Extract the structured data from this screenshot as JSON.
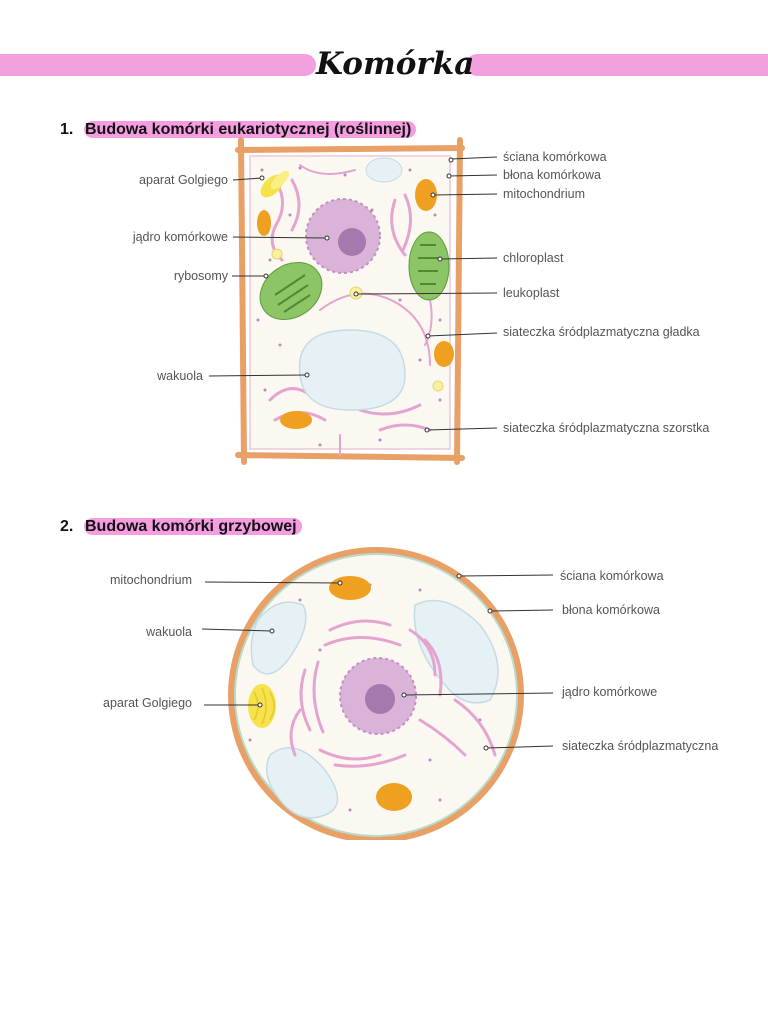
{
  "page": {
    "title": "Komórka"
  },
  "sections": [
    {
      "number": "1.",
      "heading": "Budowa komórki eukariotycznej (roślinnej)",
      "labels": {
        "aparat_golgiego": "aparat Golgiego",
        "jadro": "jądro komórkowe",
        "rybosomy": "rybosomy",
        "wakuola": "wakuola",
        "sciana": "ściana komórkowa",
        "blona": "błona komórkowa",
        "mitochondrium": "mitochondrium",
        "chloroplast": "chloroplast",
        "leukoplast": "leukoplast",
        "er_gladka": "siateczka śródplazmatyczna gładka",
        "er_szorstka": "siateczka śródplazmatyczna szorstka"
      }
    },
    {
      "number": "2.",
      "heading": "Budowa komórki grzybowej",
      "labels": {
        "mitochondrium": "mitochondrium",
        "wakuola": "wakuola",
        "aparat_golgiego": "aparat Golgiego",
        "sciana": "ściana komórkowa",
        "blona": "błona komórkowa",
        "jadro": "jądro komórkowe",
        "siateczka": "siateczka śródplazmatyczna"
      }
    }
  ],
  "colors": {
    "accent_pink": "#f3a0df",
    "cell_wall": "#e8a066",
    "cytoplasm": "#fbf8f2",
    "chloroplast": "#8dc466",
    "mitochondrium": "#f0a020",
    "golgi": "#f6e24a",
    "vacuole": "#e6f1f5",
    "nucleus": "#d9b4d8",
    "nucleolus": "#a27aae",
    "er": "#e5a4cf"
  }
}
